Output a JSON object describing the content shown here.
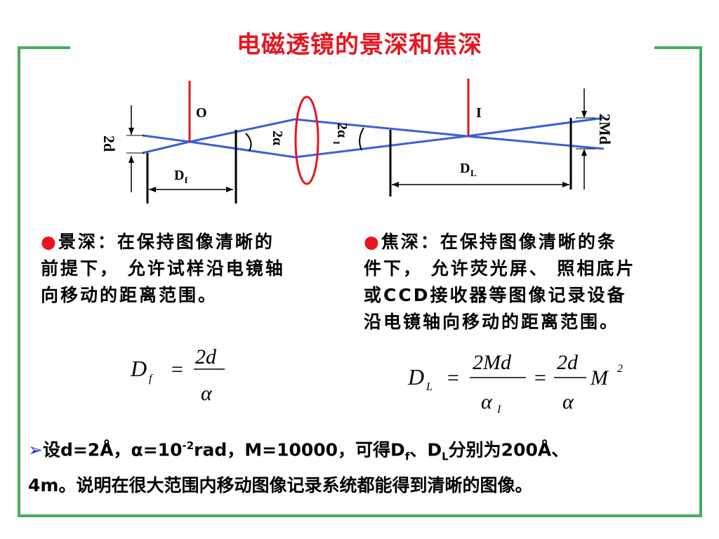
{
  "title": "电磁透镜的景深和焦深",
  "diagram": {
    "label_O": "O",
    "label_I": "I",
    "label_2d": "2d",
    "label_2alpha": "2α",
    "label_2alphaI_main": "2α",
    "label_2alphaI_sub": "I",
    "label_2Md": "2Md",
    "label_Df_main": "D",
    "label_Df_sub": "f",
    "label_DL_main": "D",
    "label_DL_sub": "L",
    "colors": {
      "rays": "#3a5fd6",
      "lens": "#e8151f",
      "axis_marks": "#e8151f",
      "frame": "#4aaa60"
    }
  },
  "left_text": {
    "bullet": "●",
    "lines": [
      "景深：在保持图像清晰的",
      "前提下， 允许试样沿电镜轴",
      "向移动的距离范围。"
    ]
  },
  "right_text": {
    "bullet": "●",
    "lines": [
      "焦深：在保持图像清晰的条",
      "件下， 允许荧光屏、 照相底片",
      "或CCD接收器等图像记录设备",
      "沿电镜轴向移动的距离范围。"
    ]
  },
  "formula_left": {
    "lhs": "D",
    "lhs_sub": "f",
    "eq": "=",
    "num": "2d",
    "den": "α"
  },
  "formula_right": {
    "lhs": "D",
    "lhs_sub": "L",
    "eq1": "=",
    "num1": "2Md",
    "den1": "α",
    "den1_sub": "I",
    "eq2": "=",
    "num2": "2d",
    "den2": "α",
    "tail": "M",
    "tail_sup": "2"
  },
  "note": {
    "marker": "➢",
    "seg1": "设d=2Å，",
    "alpha": "α",
    "seg2": "=10",
    "sup1": "-2",
    "seg3": "rad，M=10000，可得D",
    "sub_f": "f",
    "seg4": "、D",
    "sub_L": "L",
    "seg5": "分别为200Å、",
    "line2": "4m。说明在很大范围内移动图像记录系统都能得到清晰的图像。"
  }
}
